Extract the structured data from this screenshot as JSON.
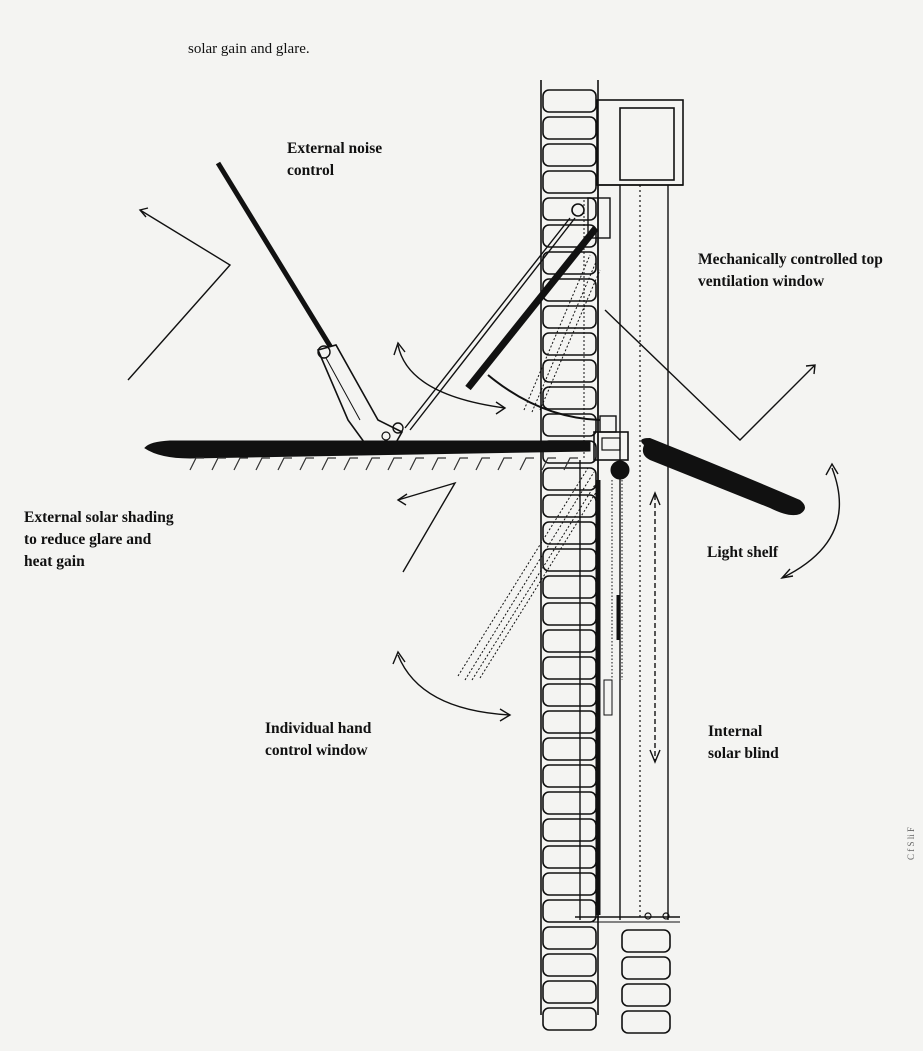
{
  "caption": "solar gain and glare.",
  "labels": {
    "external_noise_control": [
      "External noise",
      "control"
    ],
    "mechanical_top_window": [
      "Mechanically controlled top",
      "ventilation window"
    ],
    "external_solar_shading": [
      "External solar shading",
      "to reduce glare and",
      "heat gain"
    ],
    "light_shelf": [
      "Light shelf"
    ],
    "hand_control_window": [
      "Individual hand",
      "control window"
    ],
    "internal_solar_blind": [
      "Internal",
      "solar blind"
    ]
  },
  "margin_credit": "C  f S  li  F",
  "colors": {
    "ink": "#111111",
    "paper": "#f4f4f2",
    "hatch": "#555555"
  }
}
